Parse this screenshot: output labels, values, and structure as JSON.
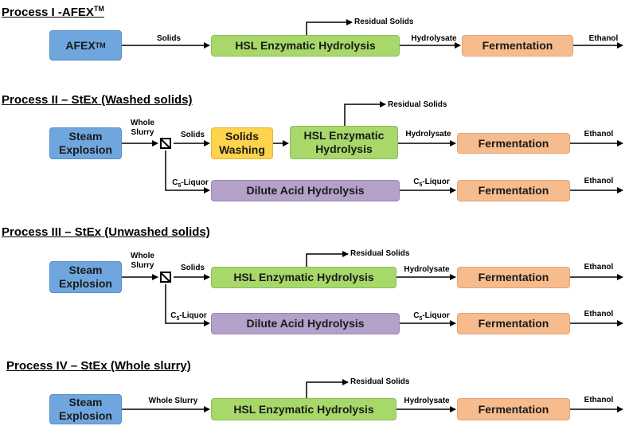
{
  "colors": {
    "pretreatment": "#6fa6de",
    "hydrolysis": "#a8d86a",
    "fermentation": "#f7bc8e",
    "washing": "#ffd34c",
    "dilute_acid": "#b3a1c9"
  },
  "p1": {
    "title": "Process I -AFEX",
    "title_sup": "TM",
    "afex": "AFEX",
    "afex_sup": "TM",
    "solids": "Solids",
    "hsl": "HSL Enzymatic Hydrolysis",
    "residual": "Residual Solids",
    "hydrolysate": "Hydrolysate",
    "fermentation": "Fermentation",
    "ethanol": "Ethanol"
  },
  "p2": {
    "title": "Process II – StEx (Washed solids)",
    "steam": "Steam\nExplosion",
    "whole": "Whole\nSlurry",
    "solids": "Solids",
    "washing": "Solids\nWashing",
    "hsl": "HSL Enzymatic\nHydrolysis",
    "residual": "Residual Solids",
    "hydrolysate": "Hydrolysate",
    "fermentation1": "Fermentation",
    "ethanol1": "Ethanol",
    "c5_prefix": "C",
    "c5_sub": "5",
    "c5_suffix": "-Liquor",
    "dilute": "Dilute Acid Hydrolysis",
    "fermentation2": "Fermentation",
    "ethanol2": "Ethanol"
  },
  "p3": {
    "title": "Process III – StEx (Unwashed solids)",
    "steam": "Steam\nExplosion",
    "whole": "Whole\nSlurry",
    "solids": "Solids",
    "hsl": "HSL Enzymatic Hydrolysis",
    "residual": "Residual Solids",
    "hydrolysate": "Hydrolysate",
    "fermentation1": "Fermentation",
    "ethanol1": "Ethanol",
    "c5_prefix": "C",
    "c5_sub": "5",
    "c5_suffix": "-Liquor",
    "dilute": "Dilute Acid Hydrolysis",
    "fermentation2": "Fermentation",
    "ethanol2": "Ethanol"
  },
  "p4": {
    "title": "Process IV – StEx (Whole slurry)",
    "steam": "Steam\nExplosion",
    "whole": "Whole Slurry",
    "hsl": "HSL Enzymatic Hydrolysis",
    "residual": "Residual Solids",
    "hydrolysate": "Hydrolysate",
    "fermentation": "Fermentation",
    "ethanol": "Ethanol"
  }
}
